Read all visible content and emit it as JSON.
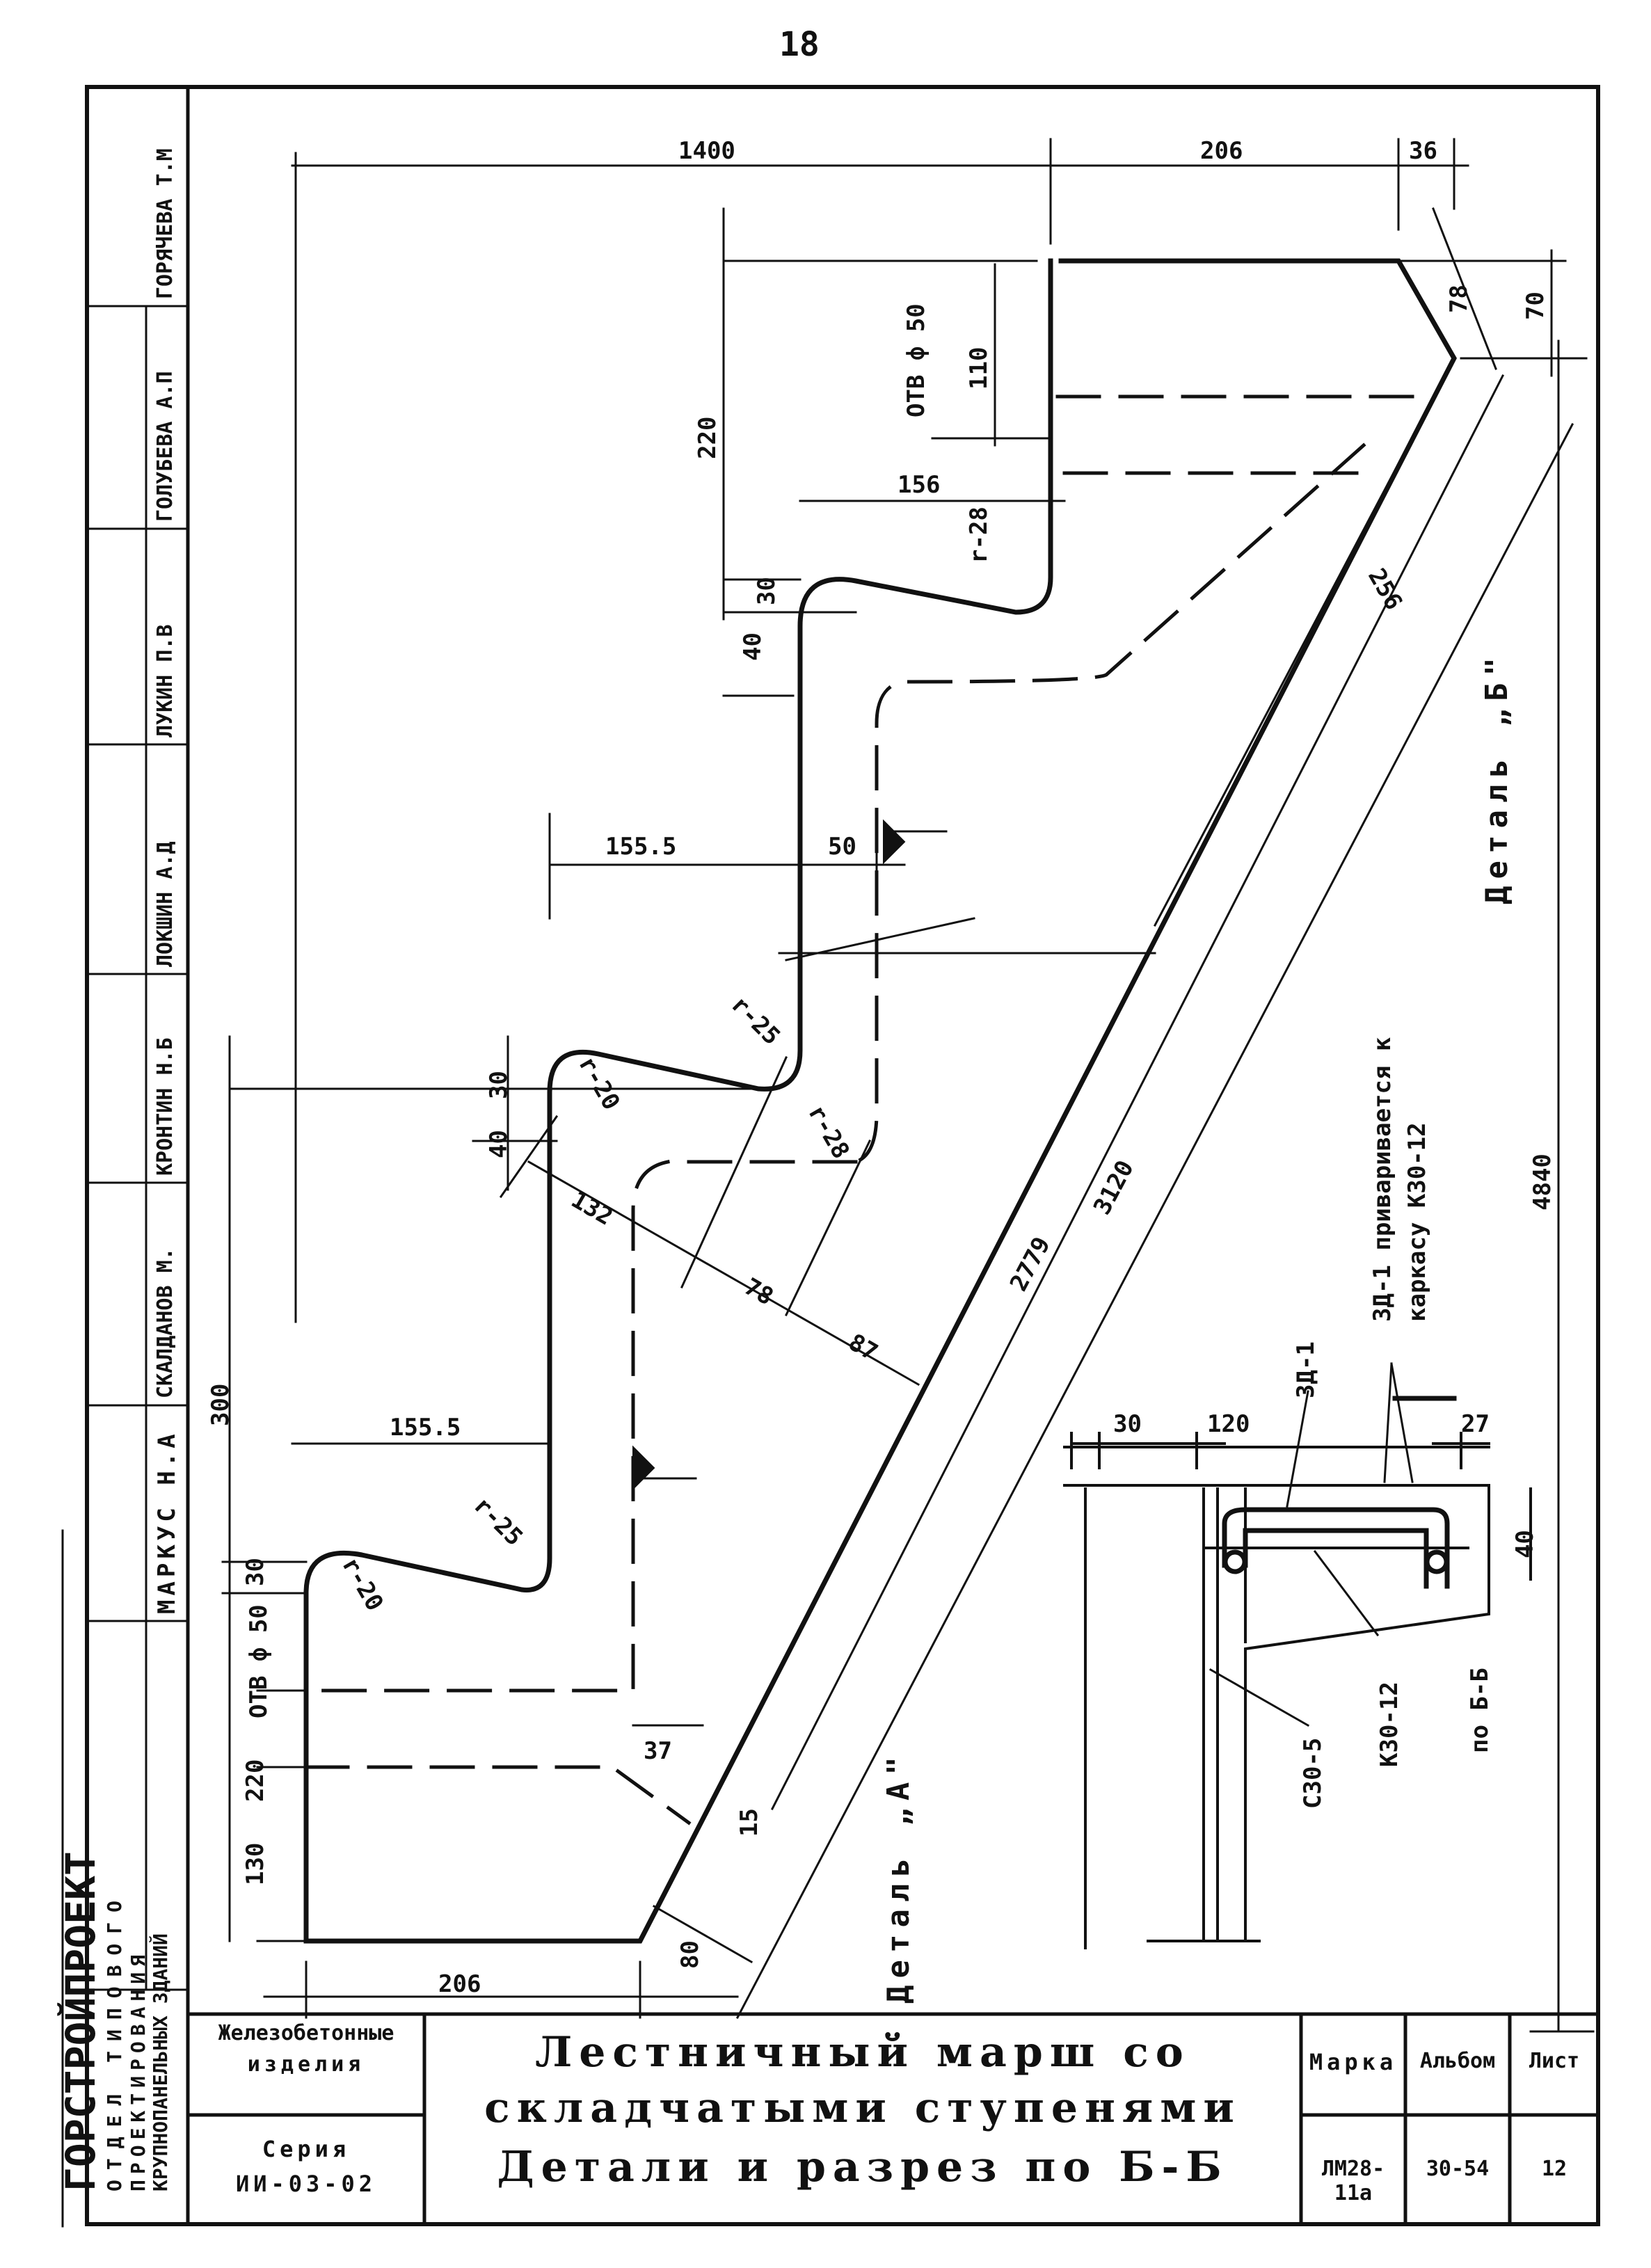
{
  "page_number": "18",
  "side_stamp": {
    "org_line1": "ГОРСТРОЙПРОЕКТ",
    "org_line2": "ОТДЕЛ ТИПОВОГО",
    "org_line3": "ПРОЕКТИРОВАНИЯ",
    "org_line4": "КРУПНОПАНЕЛЬНЫХ ЗДАНИЙ",
    "names": [
      "МАРКУС Н.А",
      "СКАЛДАНОВ М.",
      "КРОНТИН Н.Б",
      "ЛОКШИН А.Д",
      "ЛУКИН П.В",
      "ГОЛУБЕВА А.П",
      "ГОРЯЧЕВА Т.М"
    ]
  },
  "dimensions": {
    "top_1400": "1400",
    "top_206": "206",
    "top_36": "36",
    "d_78": "78",
    "d_70": "70",
    "d_110": "110",
    "d_220_top": "220",
    "otv_top": "ОТВ ф 50",
    "d_156": "156",
    "d_r28_top": "r-28",
    "d_30_upper": "30",
    "d_40_upper": "40",
    "d_256": "256",
    "d_155_5_upper": "155.5",
    "d_50": "50",
    "d_r25_mid": "r-25",
    "d_r20_mid": "r-20",
    "d_r28_mid": "r-28",
    "d_30_mid": "30",
    "d_40_mid": "40",
    "d_132": "132",
    "d_78_mid": "78",
    "d_87": "87",
    "d_2779": "2779",
    "d_3120": "3120",
    "d_300": "300",
    "d_155_5_lower": "155.5",
    "d_r25_low": "r-25",
    "d_r20_low": "r-20",
    "d_30_low": "30",
    "otv_low": "ОТВ ф 50",
    "d_220_low": "220",
    "d_130": "130",
    "d_37": "37",
    "d_15": "15",
    "d_80": "80",
    "d_206_bottom": "206",
    "d_4840": "4840",
    "detail_b": "Деталь „Б\"",
    "detail_a": "Деталь „А\"",
    "sec_30": "30",
    "sec_120": "120",
    "sec_27": "27",
    "sec_40": "40",
    "zd1": "ЗД-1",
    "zd1_note1": "ЗД-1 приваривается к",
    "zd1_note2": "каркасу К30-12",
    "k30_12": "К30-12",
    "c30_5": "С30-5",
    "section_label": "по Б-Б"
  },
  "title_block": {
    "category_line1": "Железобетонные",
    "category_line2": "изделия",
    "series_label": "Серия",
    "series_value": "ИИ-03-02",
    "title_line1": "Лестничный марш со",
    "title_line2": "складчатыми ступенями",
    "title_line3": "Детали и разрез по Б-Б",
    "marka_label": "Марка",
    "marka_value": "ЛМ28-11а",
    "album_label": "Альбом",
    "album_value": "30-54",
    "sheet_label": "Лист",
    "sheet_value": "12"
  }
}
